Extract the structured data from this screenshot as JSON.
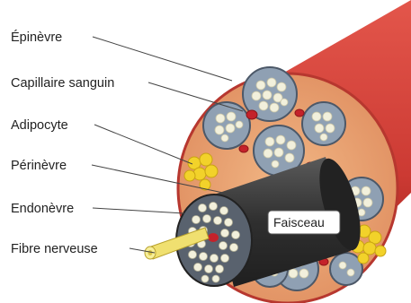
{
  "labels": {
    "epinevre": "Épinèvre",
    "capillaire": "Capillaire sanguin",
    "adipocyte": "Adipocyte",
    "perinevre": "Périnèvre",
    "endonevre": "Endonèvre",
    "fibre": "Fibre nerveuse",
    "faisceau": "Faisceau"
  },
  "colors": {
    "nerve_outer": "#d8413a",
    "nerve_dark": "#a8221d",
    "cross_section": "#e8a070",
    "fascicle": "#9aaabb",
    "fascicle_dark": "#556270",
    "cell": "#f2f0dc",
    "adipocyte": "#f2d22a",
    "capillary": "#c4222a",
    "fibre": "#f0e070",
    "cable": "#3a3a3a"
  }
}
